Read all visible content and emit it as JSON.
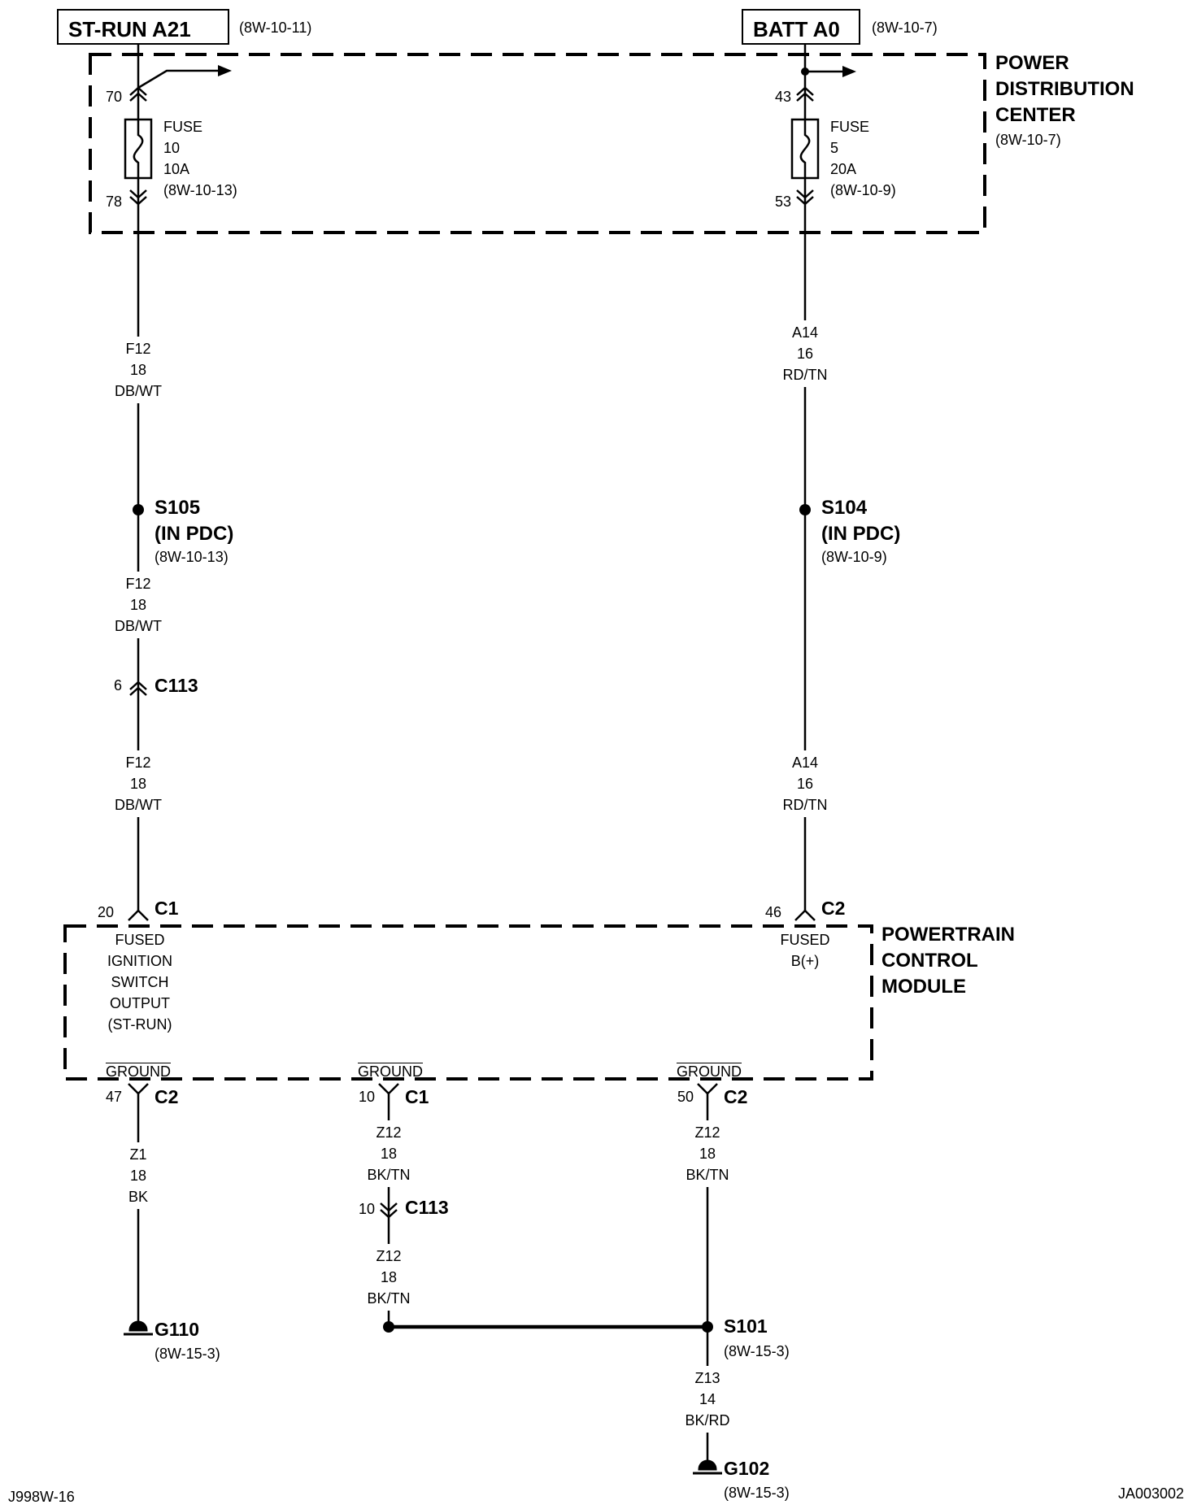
{
  "sources": {
    "left": {
      "label": "ST-RUN A21",
      "ref": "(8W-10-11)"
    },
    "right": {
      "label": "BATT A0",
      "ref": "(8W-10-7)"
    }
  },
  "pdc": {
    "lines": [
      "POWER",
      "DISTRIBUTION",
      "CENTER"
    ],
    "ref": "(8W-10-7)"
  },
  "fuse_left": {
    "pin_in": "70",
    "pin_out": "78",
    "lines": [
      "FUSE",
      "10",
      "10A",
      "(8W-10-13)"
    ]
  },
  "fuse_right": {
    "pin_in": "43",
    "pin_out": "53",
    "lines": [
      "FUSE",
      "5",
      "20A",
      "(8W-10-9)"
    ]
  },
  "wires": {
    "f12": [
      "F12",
      "18",
      "DB/WT"
    ],
    "a14": [
      "A14",
      "16",
      "RD/TN"
    ],
    "z1": [
      "Z1",
      "18",
      "BK"
    ],
    "z12": [
      "Z12",
      "18",
      "BK/TN"
    ],
    "z13": [
      "Z13",
      "14",
      "BK/RD"
    ]
  },
  "splices": {
    "s105": {
      "id": "S105",
      "loc": "(IN PDC)",
      "ref": "(8W-10-13)"
    },
    "s104": {
      "id": "S104",
      "loc": "(IN PDC)",
      "ref": "(8W-10-9)"
    },
    "s101": {
      "id": "S101",
      "ref": "(8W-15-3)"
    }
  },
  "inline_connectors": {
    "c113_top": {
      "pin": "6",
      "id": "C113"
    },
    "c113_bottom": {
      "pin": "10",
      "id": "C113"
    }
  },
  "pcm": {
    "lines": [
      "POWERTRAIN",
      "CONTROL",
      "MODULE"
    ],
    "inputs": [
      {
        "pin": "20",
        "conn": "C1",
        "desc": [
          "FUSED",
          "IGNITION",
          "SWITCH",
          "OUTPUT",
          "(ST-RUN)"
        ]
      },
      {
        "pin": "46",
        "conn": "C2",
        "desc": [
          "FUSED",
          "B(+)"
        ]
      }
    ],
    "grounds": [
      {
        "label": "GROUND",
        "pin": "47",
        "conn": "C2"
      },
      {
        "label": "GROUND",
        "pin": "10",
        "conn": "C1"
      },
      {
        "label": "GROUND",
        "pin": "50",
        "conn": "C2"
      }
    ]
  },
  "ground_points": {
    "g110": {
      "id": "G110",
      "ref": "(8W-15-3)"
    },
    "g102": {
      "id": "G102",
      "ref": "(8W-15-3)"
    }
  },
  "footer": {
    "left": "J998W-16",
    "right": "JA003002"
  }
}
